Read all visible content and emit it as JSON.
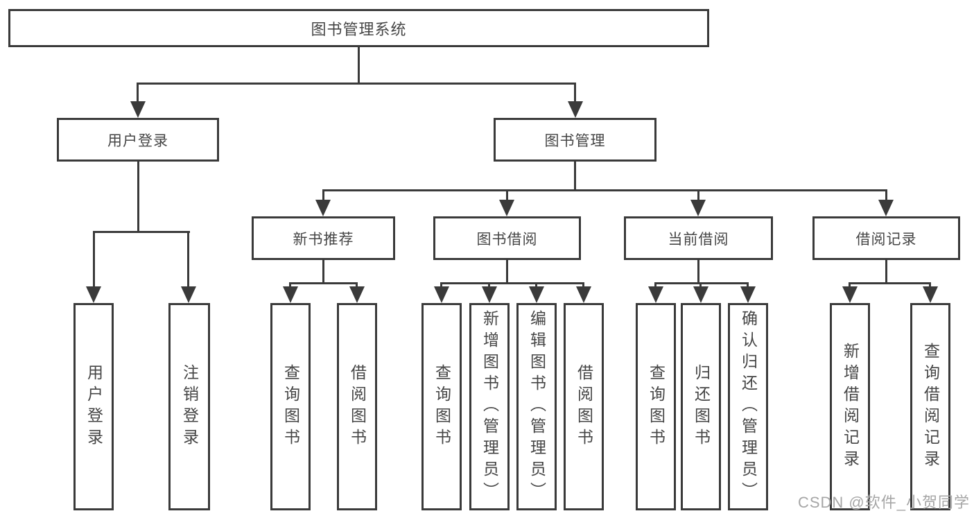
{
  "diagram": {
    "root": {
      "label": "图书管理系统"
    },
    "branches": [
      {
        "label": "用户登录",
        "children": [
          "用户登录",
          "注销登录"
        ]
      },
      {
        "label": "图书管理",
        "children": [
          {
            "label": "新书推荐",
            "children": [
              "查询图书",
              "借阅图书"
            ]
          },
          {
            "label": "图书借阅",
            "children": [
              "查询图书",
              "新增图书（管理员）",
              "编辑图书（管理员）",
              "借阅图书"
            ]
          },
          {
            "label": "当前借阅",
            "children": [
              "查询图书",
              "归还图书",
              "确认归还（管理员）"
            ]
          },
          {
            "label": "借阅记录",
            "children": [
              "新增借阅记录",
              "查询借阅记录"
            ]
          }
        ]
      }
    ]
  },
  "watermark": {
    "text": "CSDN @软件_小贺同学"
  },
  "colors": {
    "line": "#3a3a3a",
    "text": "#454545",
    "watermark": "#a6a6a6",
    "background": "#ffffff"
  }
}
